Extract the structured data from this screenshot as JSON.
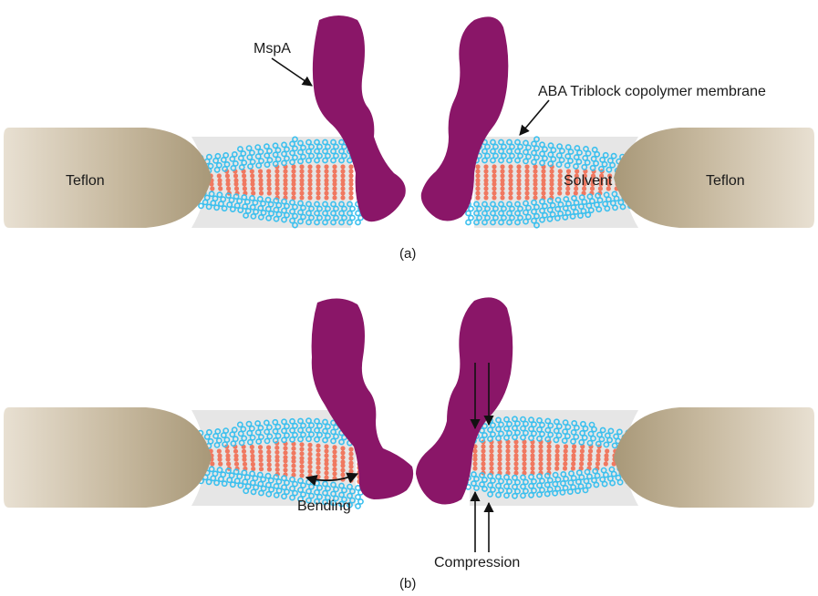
{
  "panels": [
    {
      "caption": "(a)",
      "labels": {
        "teflon_left": "Teflon",
        "teflon_right": "Teflon",
        "solvent": "Solvent",
        "protein": "MspA",
        "membrane": "ABA Triblock copolymer membrane"
      }
    },
    {
      "caption": "(b)",
      "labels": {
        "bending": "Bending",
        "compression": "Compression"
      }
    }
  ],
  "colors": {
    "teflon": "#b4a48a",
    "solvent": "#e6e6e6",
    "hydrophilic_block": "#3cc0ee",
    "hydrophobic_block": "#f07860",
    "protein": "#8a1668",
    "arrow": "#111111"
  }
}
